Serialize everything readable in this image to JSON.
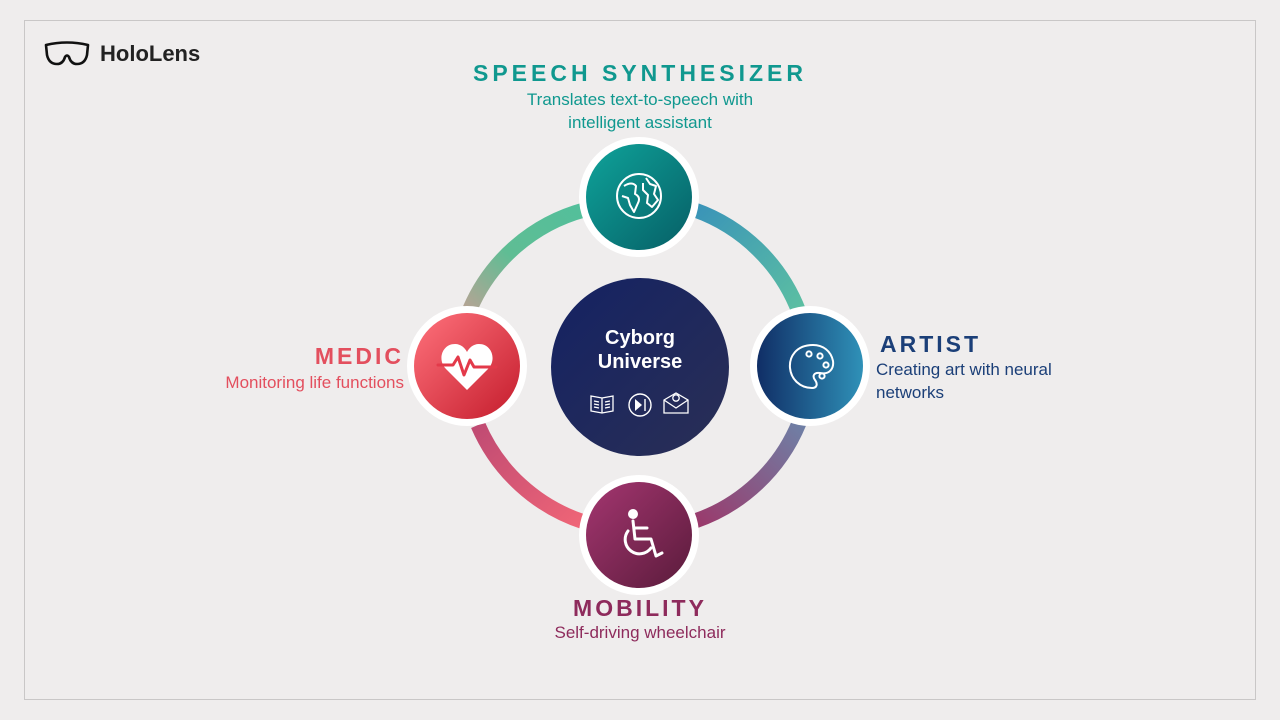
{
  "brand": {
    "name": "HoloLens",
    "icon": "vr-goggles-icon"
  },
  "center": {
    "title_line1": "Cyborg",
    "title_line2": "Universe",
    "icons": [
      "book-icon",
      "play-pause-icon",
      "email-icon"
    ]
  },
  "nodes": {
    "speech": {
      "title": "SPEECH SYNTHESIZER",
      "desc_line1": "Translates text-to-speech with",
      "desc_line2": "intelligent assistant",
      "icon": "globe-icon",
      "color": "#10988f"
    },
    "artist": {
      "title": "ARTIST",
      "desc_line1": "Creating art with neural",
      "desc_line2": "networks",
      "icon": "palette-icon",
      "color": "#1b3f78"
    },
    "medic": {
      "title": "MEDIC",
      "desc": "Monitoring life functions",
      "icon": "heart-pulse-icon",
      "color": "#e34f5e"
    },
    "mobility": {
      "title": "MOBILITY",
      "desc": "Self-driving wheelchair",
      "icon": "wheelchair-icon",
      "color": "#8e2b5c"
    }
  }
}
